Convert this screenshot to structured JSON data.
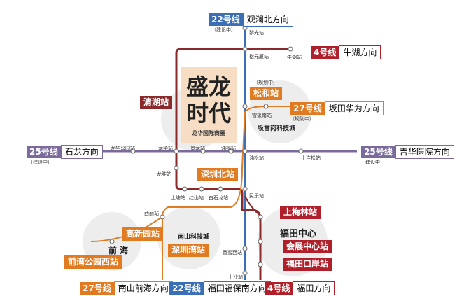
{
  "colors": {
    "line22": "#3a6fb5",
    "line4": "#b0202a",
    "line25": "#7b6a9c",
    "line27": "#e07b21",
    "darkred": "#8b2a2a",
    "circle": "#ececec"
  },
  "headline": {
    "line1": "盛龙",
    "line2": "时代",
    "subtitle": "龙华国际商圈"
  },
  "directions": {
    "top22": {
      "num": "22号线",
      "dir": "观澜北方向",
      "note": "（建设中）"
    },
    "top4": {
      "num": "4号线",
      "dir": "牛湖方向"
    },
    "right27": {
      "num": "27号线",
      "dir": "坂田华为方向",
      "note_above": "（规划中）",
      "note_below": "（规划中）"
    },
    "left25": {
      "num": "25号线",
      "dir": "石龙方向",
      "note": "（建设中）"
    },
    "right25": {
      "num": "25号线",
      "dir": "吉华医院方向",
      "note": "建设中"
    },
    "bottom27": {
      "num": "27号线",
      "dir": "南山前海方向"
    },
    "bottom22": {
      "num": "22号线",
      "dir": "福田福保南方向"
    },
    "bottom4": {
      "num": "4号线",
      "dir": "福田方向"
    }
  },
  "highlight_stations": {
    "qinghu": "清湖站",
    "songhe": "松和站",
    "songhe_note": "（规划中）",
    "shenzhen_north": "深圳北站",
    "gaoxinyuan": "高新园站",
    "shenzhenwan": "深圳湾站",
    "qianwan_park": "前湾公园西站",
    "shangmeilin": "上梅林站",
    "huizhan": "会展中心站",
    "futian_port": "福田口岸站"
  },
  "stations": {
    "liguang": "黎光站",
    "songyuansha": "松元厦站",
    "niuhu": "牛湖站",
    "xuexiangnan": "雪象南站",
    "longhua_park": "龙华公园站",
    "longhua": "龙华站",
    "jinglong": "景龙站",
    "youfu": "油福站",
    "youfu2": "油松站",
    "shanglian": "上连松站",
    "longsheng": "龙胜站",
    "shangtang": "上塘站",
    "hongshan": "红山站",
    "baishilong": "白石龙站",
    "minle": "民乐站",
    "xili": "西丽站",
    "xiangmixi": "香蜜西站",
    "shangsha": "上沙站"
  },
  "zones": {
    "bantian": "坂雪岗科技城",
    "nanshan": "南山科技城",
    "qianhai": "前 海",
    "futian": "福田中心"
  }
}
